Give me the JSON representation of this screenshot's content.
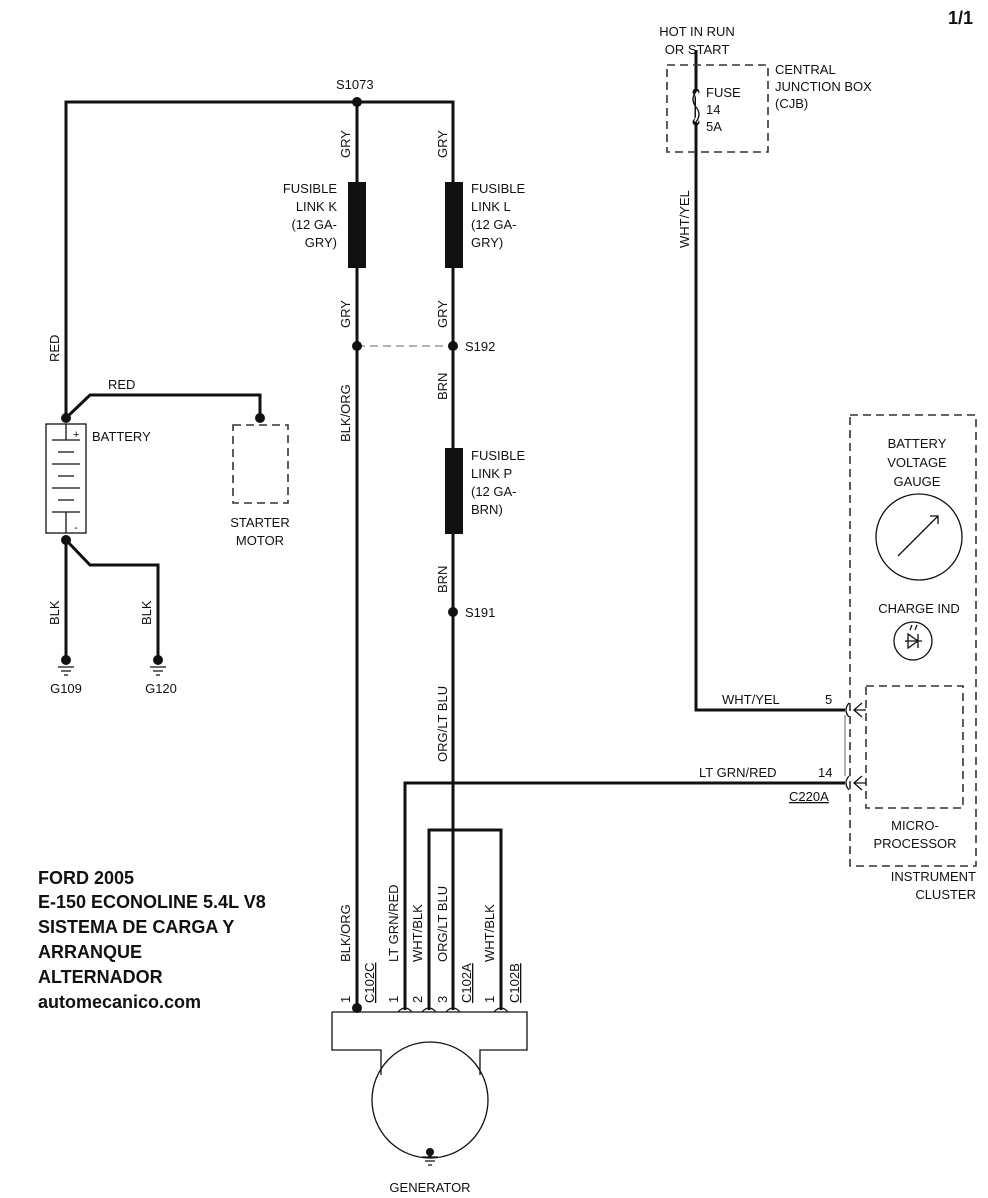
{
  "page": "1/1",
  "splices": {
    "s1073": "S1073",
    "s192": "S192",
    "s191": "S191"
  },
  "wires": {
    "gry": "GRY",
    "red": "RED",
    "blk": "BLK",
    "blk_org": "BLK/ORG",
    "brn": "BRN",
    "org_lt_blu": "ORG/LT BLU",
    "wht_yel": "WHT/YEL",
    "lt_grn_red": "LT GRN/RED",
    "wht_blk": "WHT/BLK"
  },
  "fusible_links": {
    "k": [
      "FUSIBLE",
      "LINK K",
      "(12 GA-",
      "GRY)"
    ],
    "l": [
      "FUSIBLE",
      "LINK L",
      "(12 GA-",
      "GRY)"
    ],
    "p": [
      "FUSIBLE",
      "LINK P",
      "(12 GA-",
      "BRN)"
    ]
  },
  "components": {
    "battery": "BATTERY",
    "starter": [
      "STARTER",
      "MOTOR"
    ],
    "g109": "G109",
    "g120": "G120",
    "hot": [
      "HOT IN RUN",
      "OR START"
    ],
    "cjb": [
      "CENTRAL",
      "JUNCTION BOX",
      "(CJB)"
    ],
    "fuse": [
      "FUSE",
      "14",
      "5A"
    ],
    "gauge": [
      "BATTERY",
      "VOLTAGE",
      "GAUGE"
    ],
    "charge": "CHARGE IND",
    "micro": [
      "MICRO-",
      "PROCESSOR"
    ],
    "cluster": [
      "INSTRUMENT",
      "CLUSTER"
    ],
    "generator": "GENERATOR"
  },
  "pins": {
    "p5": "5",
    "p14": "14",
    "c220a": "C220A",
    "p1": "1",
    "p2": "2",
    "p3": "3",
    "c102c": "C102C",
    "c102a": "C102A",
    "c102b": "C102B"
  },
  "title": [
    "FORD 2005",
    "E-150 ECONOLINE 5.4L V8",
    "SISTEMA DE CARGA Y",
    "ARRANQUE",
    "ALTERNADOR",
    "automecanico.com"
  ]
}
